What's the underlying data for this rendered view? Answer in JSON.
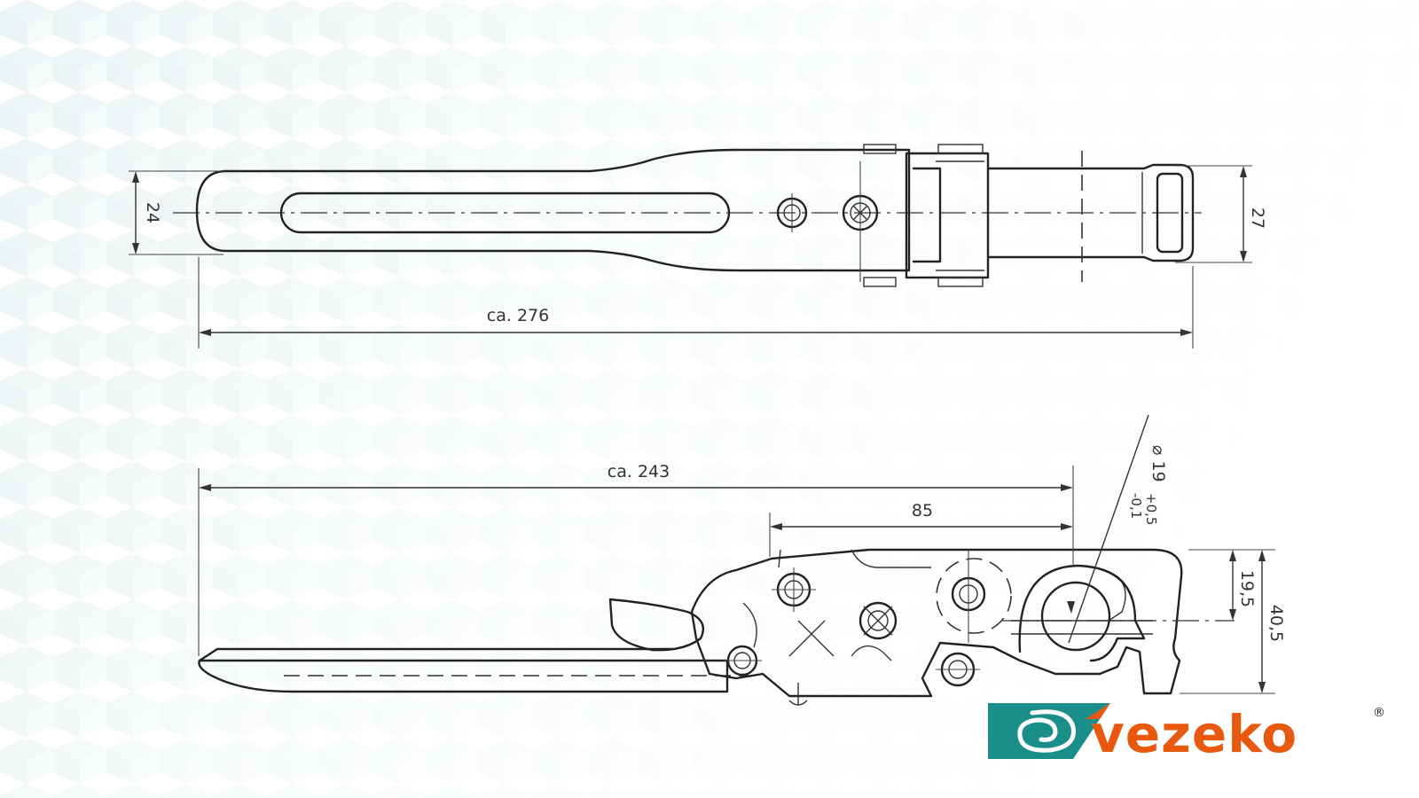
{
  "drawing": {
    "top_view": {
      "width_dim": "24",
      "right_height_dim": "27",
      "length_dim": "ca. 276"
    },
    "side_view": {
      "length_dim": "ca. 243",
      "offset_dim": "85",
      "diameter_dim": "⌀ 19",
      "tolerance_upper": "+0,5",
      "tolerance_lower": "-0,1",
      "height_small_dim": "19,5",
      "height_total_dim": "40,5"
    }
  },
  "logo": {
    "brand": "vezeko",
    "registered_mark": "®",
    "colors": {
      "brand_orange": "#e8590f",
      "brand_teal": "#1a8f8a"
    }
  }
}
